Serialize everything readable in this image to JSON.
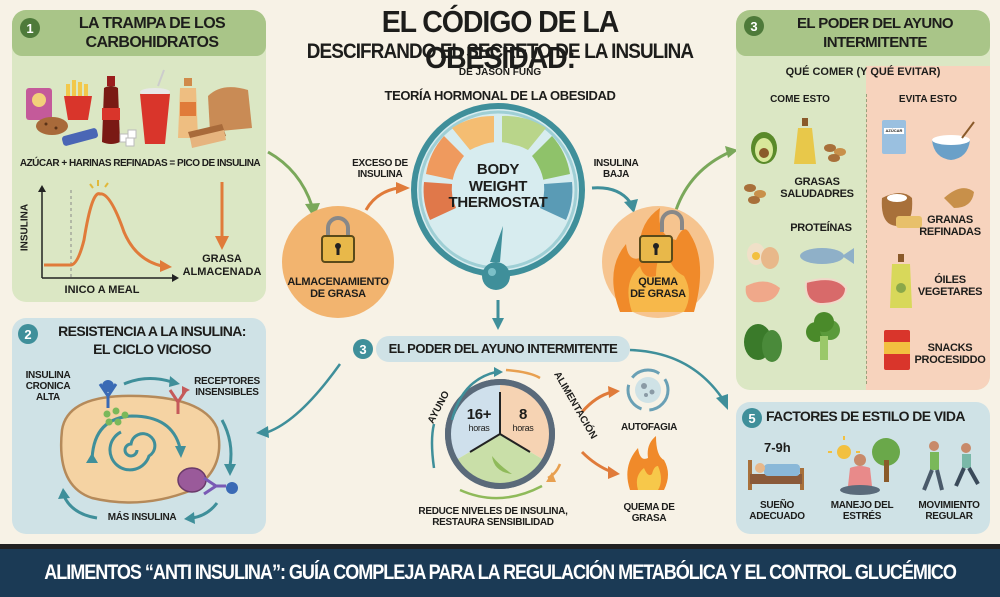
{
  "header": {
    "title": "EL CÓDIGO DE LA OBESIDAD:",
    "subtitle": "DESCIFRANDO EL SECRETO DE LA INSULINA",
    "author": "DE JASON FUNG",
    "section_label": "TEORÍA HORMONAL DE LA OBESIDAD"
  },
  "panel1": {
    "number": "1",
    "title_line1": "LA TRAMPA DE LOS",
    "title_line2": "CARBOHIDRATOS",
    "equation": "AZÚCAR + HARINAS REFINADAS = PICO DE INSULINA",
    "y_axis": "INSULINA",
    "x_axis": "INICO A MEAL",
    "result_line1": "GRASA",
    "result_line2": "ALMACENADA",
    "food_icons": [
      "chips-icon",
      "fries-icon",
      "cookie-icon",
      "candy-bar-icon",
      "soda-bottle-icon",
      "sugar-cubes-icon",
      "soda-cup-icon",
      "juice-bottle-icon",
      "bread-icon"
    ]
  },
  "center": {
    "thermostat_line1": "BODY",
    "thermostat_line2": "WEIGHT",
    "thermostat_line3": "THERMOSTAT",
    "left_arrow_label_1": "EXCESO DE",
    "left_arrow_label_2": "INSULINA",
    "right_arrow_label_1": "INSULINA",
    "right_arrow_label_2": "BAJA",
    "storage_line1": "ALMACENAMIENTO",
    "storage_line2": "DE GRASA",
    "burn_line1": "QUEMA",
    "burn_line2": "DE GRASA",
    "gauge_colors": [
      "#e0784a",
      "#ef9a5e",
      "#f4bd72",
      "#b9d58a",
      "#8fc26a",
      "#5a9bb5"
    ]
  },
  "panel2": {
    "number": "2",
    "title_line1": "RESISTENCIA A LA INSULINA:",
    "title_line2": "EL CICLO VICIOSO",
    "label_chronic_1": "INSULINA",
    "label_chronic_2": "CRONICA",
    "label_chronic_3": "ALTA",
    "label_receptors_1": "RECEPTORES",
    "label_receptors_2": "INSENSIBLES",
    "label_more": "MÁS INSULINA"
  },
  "fasting": {
    "number": "3",
    "title": "EL PODER DEL AYUNO INTERMITENTE",
    "fasting_label": "AYUNO",
    "eating_label": "ALIMENTACIÓN",
    "fasting_hours": "16+",
    "fasting_unit": "horas",
    "eating_hours": "8",
    "eating_unit": "horas",
    "caption_line1": "REDUCE NIVELES DE INSULINA,",
    "caption_line2": "RESTAURA SENSIBILIDAD",
    "outcome1": "AUTOFAGIA",
    "outcome2_line1": "QUEMA DE",
    "outcome2_line2": "GRASA"
  },
  "panel3": {
    "number": "3",
    "title_line1": "EL PODER DEL AYUNO",
    "title_line2": "INTERMITENTE",
    "subtitle": "QUÉ COMER (Y QUÉ EVITAR)",
    "eat_header": "COME ESTO",
    "avoid_header": "EVITA ESTO",
    "eat_items": [
      {
        "label_1": "GRASAS",
        "label_2": "SALUDADRES"
      },
      {
        "label_1": "PROTEÍNAS",
        "label_2": ""
      }
    ],
    "avoid_items": [
      {
        "label_1": "GRANAS",
        "label_2": "REFINADAS"
      },
      {
        "label_1": "ÓILES",
        "label_2": "VEGETARES"
      },
      {
        "label_1": "SNACKS",
        "label_2": "PROCESIDDO"
      }
    ],
    "sugar_bag_label": "AZÚCAR"
  },
  "panel5": {
    "number": "5",
    "title": "FACTORES DE ESTILO DE VIDA",
    "sleep_hours": "7-9h",
    "items": [
      {
        "label_1": "SUEÑO",
        "label_2": "ADECUADO"
      },
      {
        "label_1": "MANEJO DEL",
        "label_2": "ESTRÉS"
      },
      {
        "label_1": "MOVIMIENTO",
        "label_2": "REGULAR"
      }
    ]
  },
  "footer": {
    "text": "ALIMENTOS “ANTI INSULINA”: GUÍA COMPLEJA PARA LA REGULACIÓN METABÓLICA Y EL CONTROL GLUCÉMICO"
  },
  "colors": {
    "background": "#f7f2e6",
    "green_panel": "#dbe7c4",
    "green_header": "#a9c588",
    "blue_panel": "#cfe2e6",
    "peach_panel": "#f7d3bd",
    "orange_circle": "#f2b46f",
    "teal": "#3f8f9a",
    "footer_bg": "#1b3a55"
  }
}
